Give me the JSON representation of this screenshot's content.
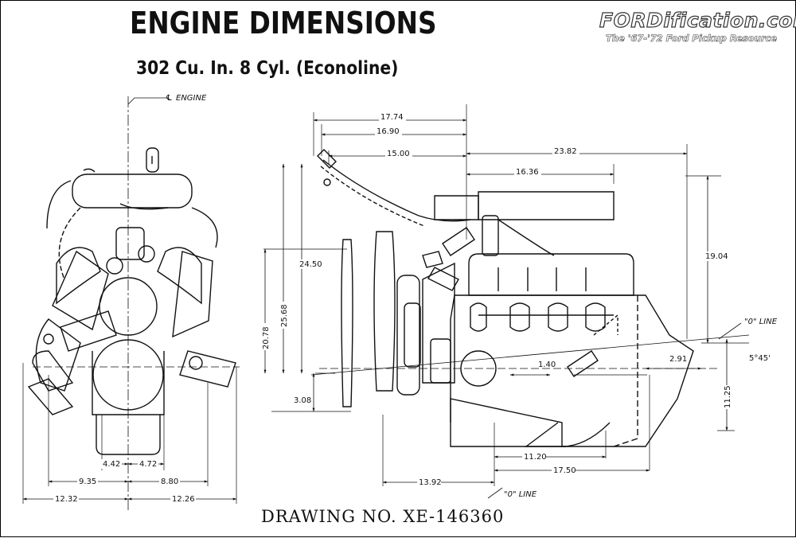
{
  "header": {
    "title": "ENGINE DIMENSIONS",
    "subtitle": "302 Cu. In. 8 Cyl. (Econoline)"
  },
  "watermark": {
    "site": "FORDification.com",
    "tagline": "The '67-'72 Ford Pickup Resource"
  },
  "labels": {
    "centerline": "ENGINE",
    "zero_line_right": "\"0\" LINE",
    "zero_line_bottom": "\"0\" LINE",
    "angle": "5°45'"
  },
  "front_view": {
    "dims": {
      "inner_left": "4.42",
      "inner_right": "4.72",
      "mid_left": "9.35",
      "mid_right": "8.80",
      "outer_left": "12.32",
      "outer_right": "12.26"
    }
  },
  "side_view": {
    "dims": {
      "d17_74": "17.74",
      "d16_90": "16.90",
      "d15_00": "15.00",
      "d23_82": "23.82",
      "d16_36": "16.36",
      "d24_50": "24.50",
      "d25_68": "25.68",
      "d20_78": "20.78",
      "d3_08": "3.08",
      "d19_04": "19.04",
      "d2_91": "2.91",
      "d1_40": "1.40",
      "d11_25": "11.25",
      "d11_20": "11.20",
      "d17_50": "17.50",
      "d13_92": "13.92"
    }
  },
  "footer": {
    "drawing_number": "DRAWING NO. XE-146360"
  }
}
